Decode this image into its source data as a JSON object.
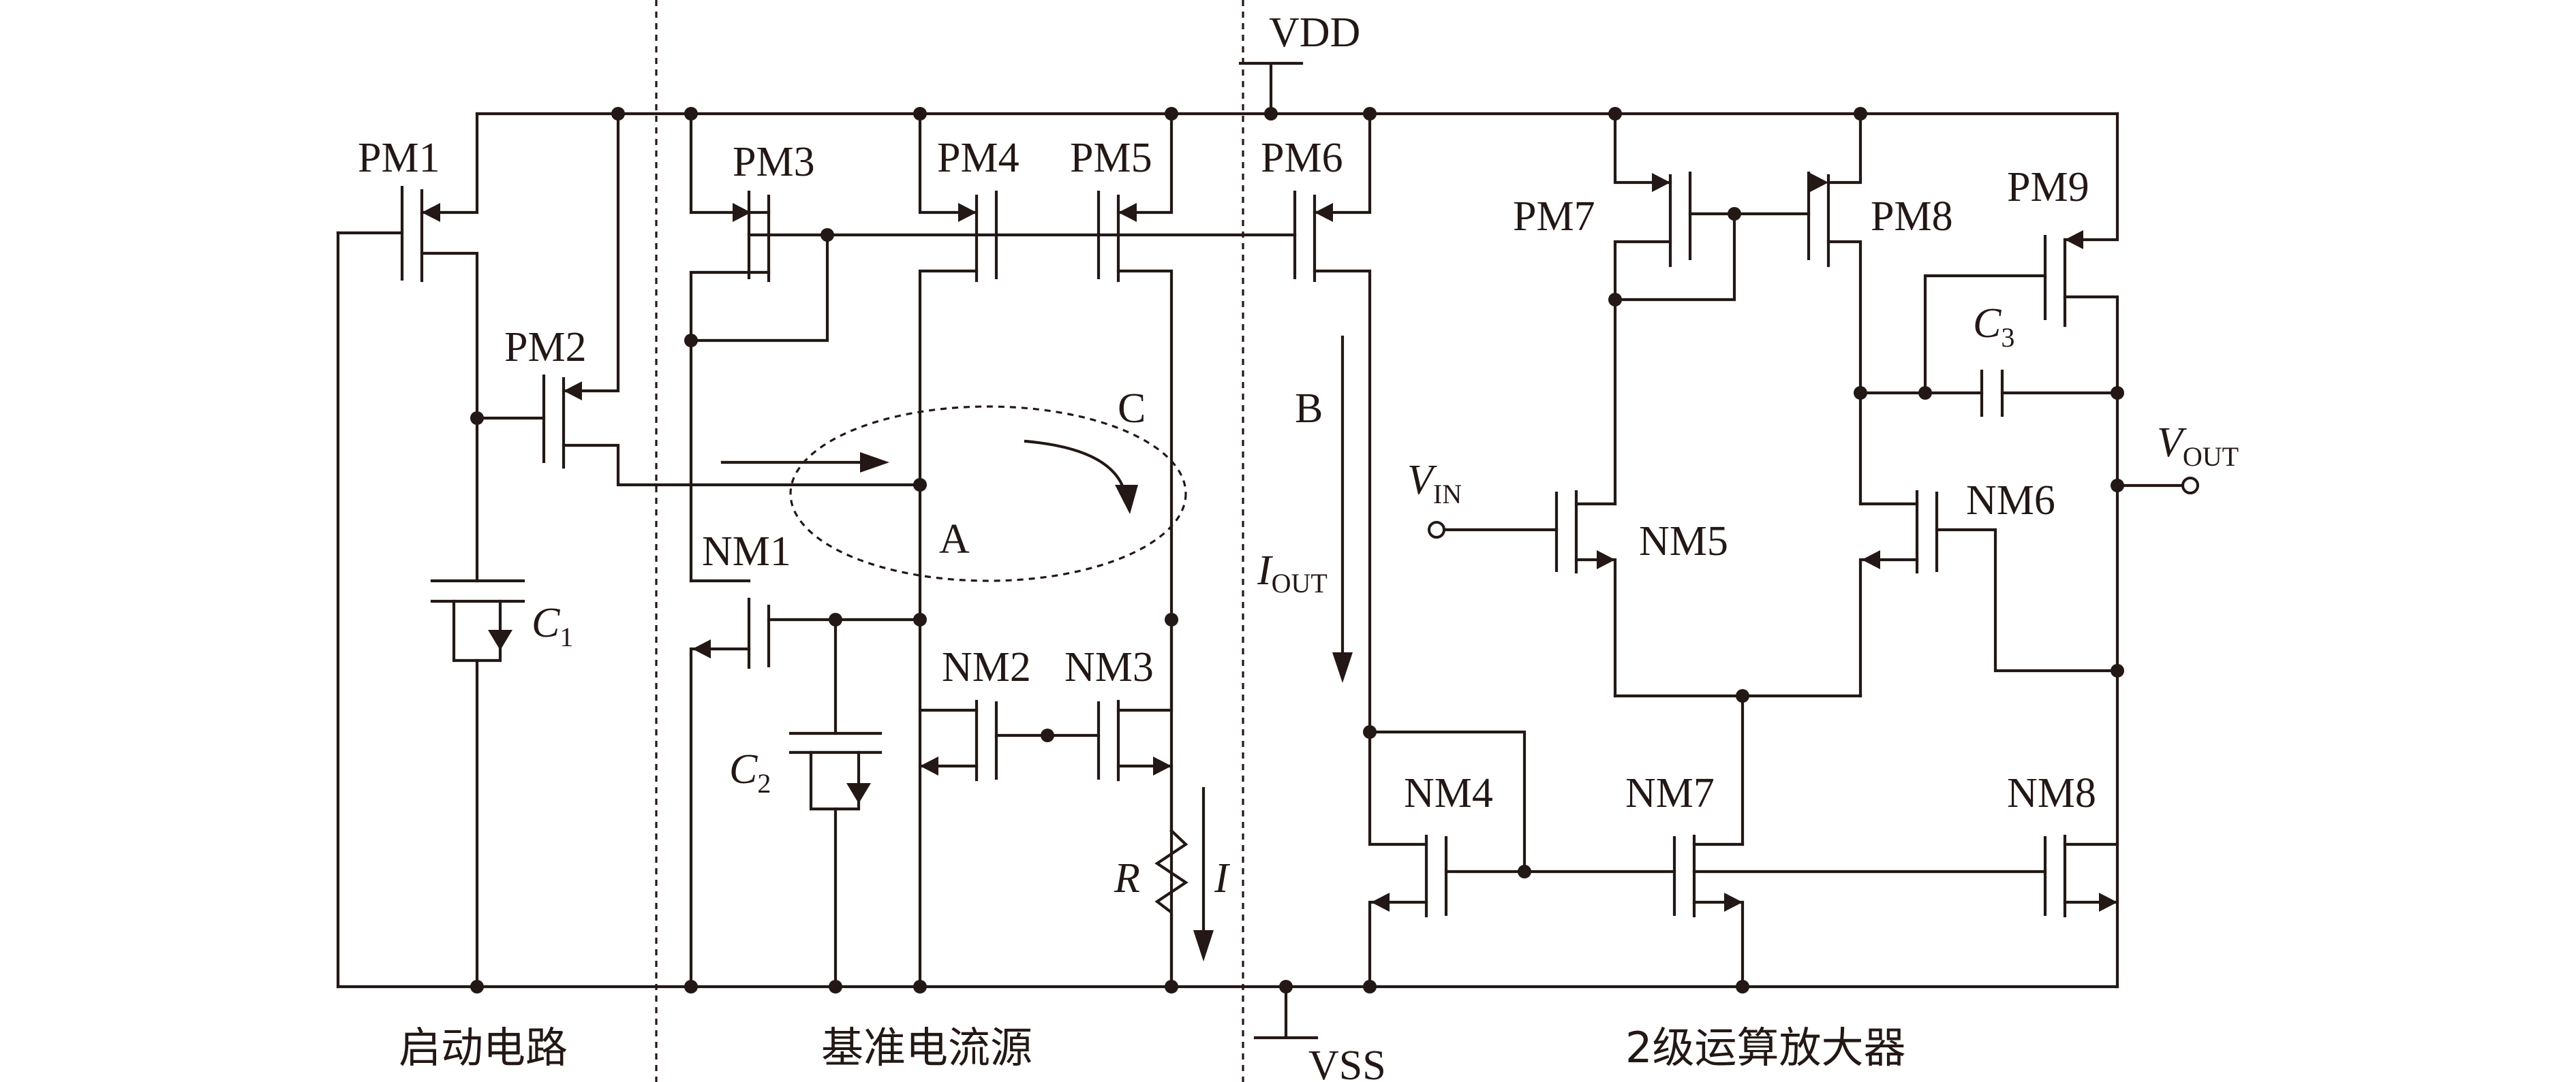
{
  "supply": {
    "vdd": "VDD",
    "vss": "VSS"
  },
  "transistors": {
    "pm1": "PM1",
    "pm2": "PM2",
    "pm3": "PM3",
    "pm4": "PM4",
    "pm5": "PM5",
    "pm6": "PM6",
    "pm7": "PM7",
    "pm8": "PM8",
    "pm9": "PM9",
    "nm1": "NM1",
    "nm2": "NM2",
    "nm3": "NM3",
    "nm4": "NM4",
    "nm5": "NM5",
    "nm6": "NM6",
    "nm7": "NM7",
    "nm8": "NM8"
  },
  "capacitors": {
    "c1": {
      "symbol": "C",
      "sub": "1"
    },
    "c2": {
      "symbol": "C",
      "sub": "2"
    },
    "c3": {
      "symbol": "C",
      "sub": "3"
    }
  },
  "resistor": "R",
  "currents": {
    "i": "I",
    "iout": {
      "symbol": "I",
      "sub": "OUT"
    }
  },
  "nodes": {
    "a": "A",
    "b": "B",
    "c": "C"
  },
  "ports": {
    "vin": {
      "symbol": "V",
      "sub": "IN"
    },
    "vout": {
      "symbol": "V",
      "sub": "OUT"
    }
  },
  "sections": {
    "startup": "启动电路",
    "reference": "基准电流源",
    "opamp": "2级运算放大器"
  }
}
